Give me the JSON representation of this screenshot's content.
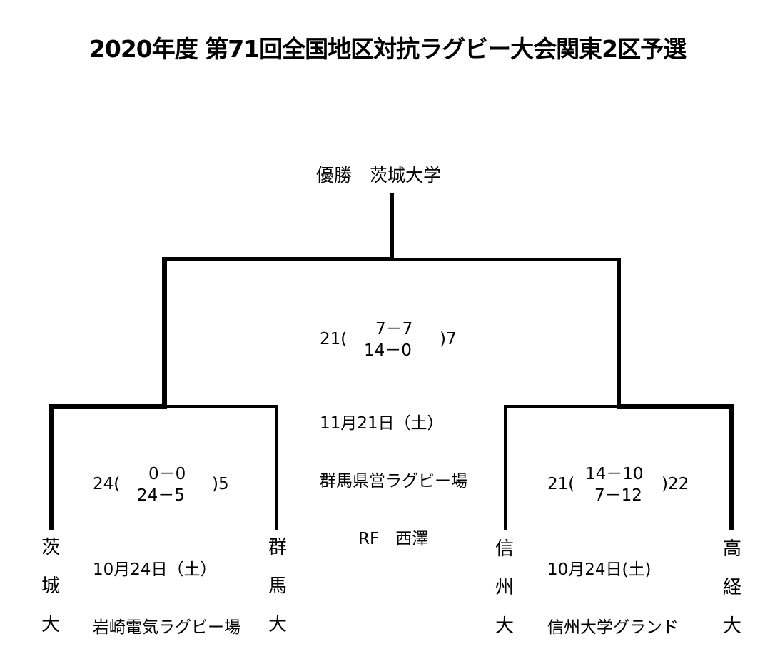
{
  "title": "2020年度 第71回全国地区対抗ラグビー大会関東2区予選",
  "champion": {
    "label": "優勝",
    "team": "茨城大学"
  },
  "final": {
    "left_score": "21(",
    "right_score": ")7",
    "first_half": "7－7",
    "second_half": "14－0",
    "date": "11月21日（土）",
    "venue": "群馬県営ラグビー場",
    "referee": "RF　西澤"
  },
  "semifinal_left": {
    "left_score": "24(",
    "right_score": ")5",
    "first_half": "0－0",
    "second_half": "24－5",
    "date": "10月24日（土）",
    "venue": "岩崎電気ラグビー場"
  },
  "semifinal_right": {
    "left_score": "21(",
    "right_score": ")22",
    "first_half": "14－10",
    "second_half": "7－12",
    "date": "10月24日(土)",
    "venue": "信州大学グランド"
  },
  "teams": [
    {
      "chars": [
        "茨",
        "城",
        "大"
      ],
      "name": "茨城大"
    },
    {
      "chars": [
        "群",
        "馬",
        "大"
      ],
      "name": "群馬大"
    },
    {
      "chars": [
        "信",
        "州",
        "大"
      ],
      "name": "信州大"
    },
    {
      "chars": [
        "高",
        "経",
        "大"
      ],
      "name": "高経大"
    }
  ],
  "colors": {
    "line": "#000000",
    "background": "#ffffff"
  }
}
